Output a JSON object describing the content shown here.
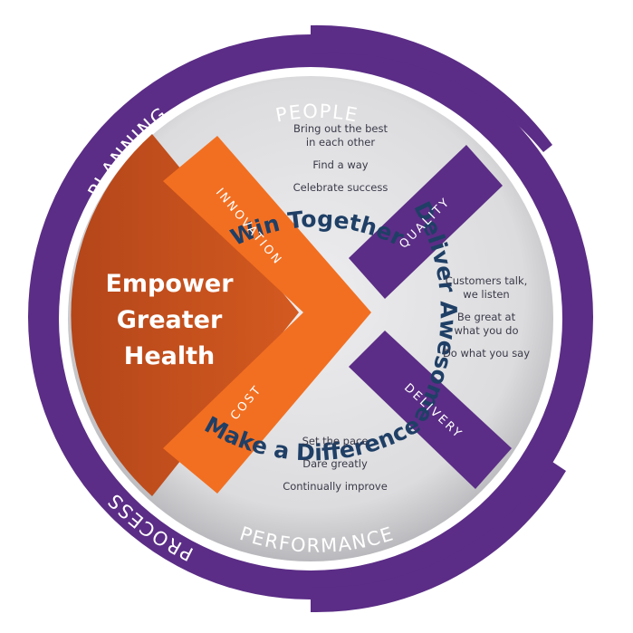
{
  "ring": {
    "people": "PEOPLE",
    "planning": "PLANNING",
    "process": "PROCESS",
    "performance": "PERFORMANCE"
  },
  "center": {
    "line1": "Empower",
    "line2": "Greater",
    "line3": "Health"
  },
  "bands": {
    "innovation": "INNOVATION",
    "cost": "COST",
    "quality": "QUALITY",
    "delivery": "DELIVERY"
  },
  "values": {
    "top": {
      "title": "Win Together",
      "items": [
        "Bring out the best",
        "in each other",
        "Find a way",
        "Celebrate success"
      ]
    },
    "right": {
      "title": "Deliver Awesome",
      "items": [
        "Customers talk,",
        "we listen",
        "Be great at",
        "what you do",
        "Do what you say"
      ]
    },
    "bottom": {
      "title": "Make a Difference",
      "items": [
        "Set the pace",
        "Dare greatly",
        "Continually improve"
      ]
    }
  },
  "colors": {
    "purple": "#5b2d86",
    "orange": "#f26f21",
    "dark_orange": "#c4511b",
    "navy": "#1f3f66",
    "disc": "#e3e3e5"
  }
}
